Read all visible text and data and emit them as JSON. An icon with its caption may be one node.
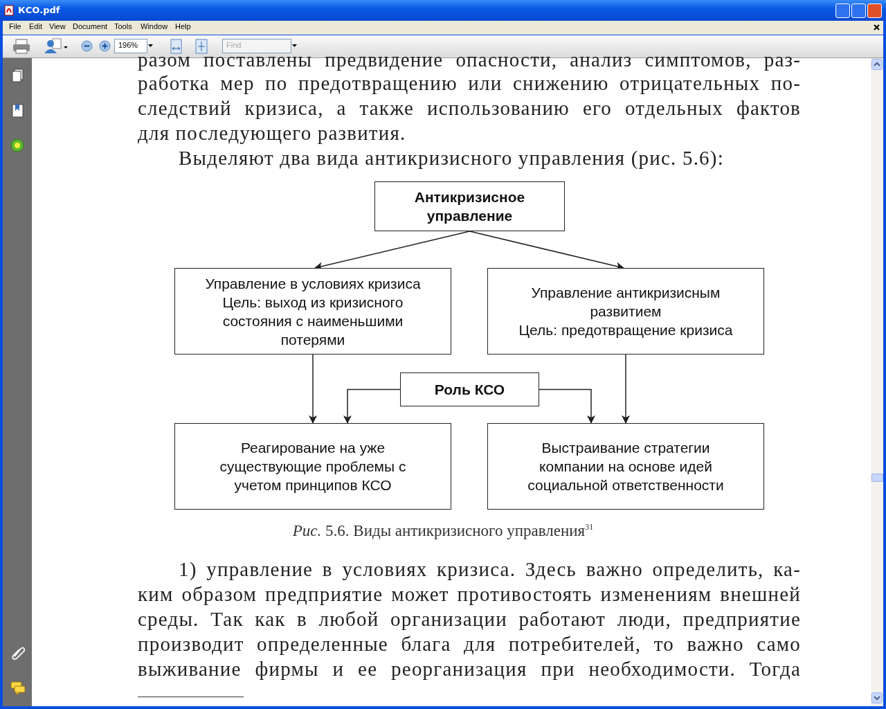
{
  "diagram": {
    "caption": "*Рис.* 5.6. Виды антикризисного управления$^{31}$",
    "nodes": [
      {
        "text": [
          "Антикризисное управление"
        ]
      },
      {
        "text": [
          "Управление в условиях кризиса",
          "Цель: выход из кризисного состояния с наименьшими потерями"
        ]
      },
      {
        "text": [
          "Управление антикризисным развитием",
          "Цель: предотвращение кризиса"
        ]
      },
      {
        "text": [
          "Роль КСО"
        ]
      },
      {
        "text": [
          "Реагирование на уже существующие проблемы с учетом принципов КСО"
        ]
      },
      {
        "text": [
          "Выстраивание стратегии компании на основе идей социальной ответственности"
        ]
      }
    ],
    "edges": [
      {
        "from": 0,
        "to": 1,
        "arrow": "to"
      },
      {
        "from": 0,
        "to": 2,
        "arrow": "to"
      },
      {
        "from": 1,
        "to": 4,
        "arrow": "to"
      },
      {
        "from": 3,
        "to": 4,
        "arrow": "to"
      },
      {
        "from": 3,
        "to": 5,
        "arrow": "to"
      },
      {
        "from": 2,
        "to": 5,
        "arrow": "to"
      }
    ],
    "labels": [
      "КСО.pdf",
      "File",
      "Edit",
      "View",
      "Document",
      "Tools",
      "Window",
      "Help",
      "196%",
      "Find",
      "разом поставлены предвидение опасности, анализ симптомов, раз-",
      "работка мер по предотвращению или снижению отрицательных по-",
      "следствий кризиса, а также использованию его отдельных фактов",
      "для последующего развития.",
      "Выделяют два вида антикризисного управления (рис. 5.6):",
      "1) управление в условиях кризиса. Здесь важно определить, ка-",
      "ким образом предприятие может противостоять изменениям внешней",
      "среды. Так как в любой организации работают люди, предприятие",
      "производит определенные блага для потребителей, то важно само",
      "выживание фирмы и ее реорганизация при необходимости. Тогда"
    ]
  }
}
